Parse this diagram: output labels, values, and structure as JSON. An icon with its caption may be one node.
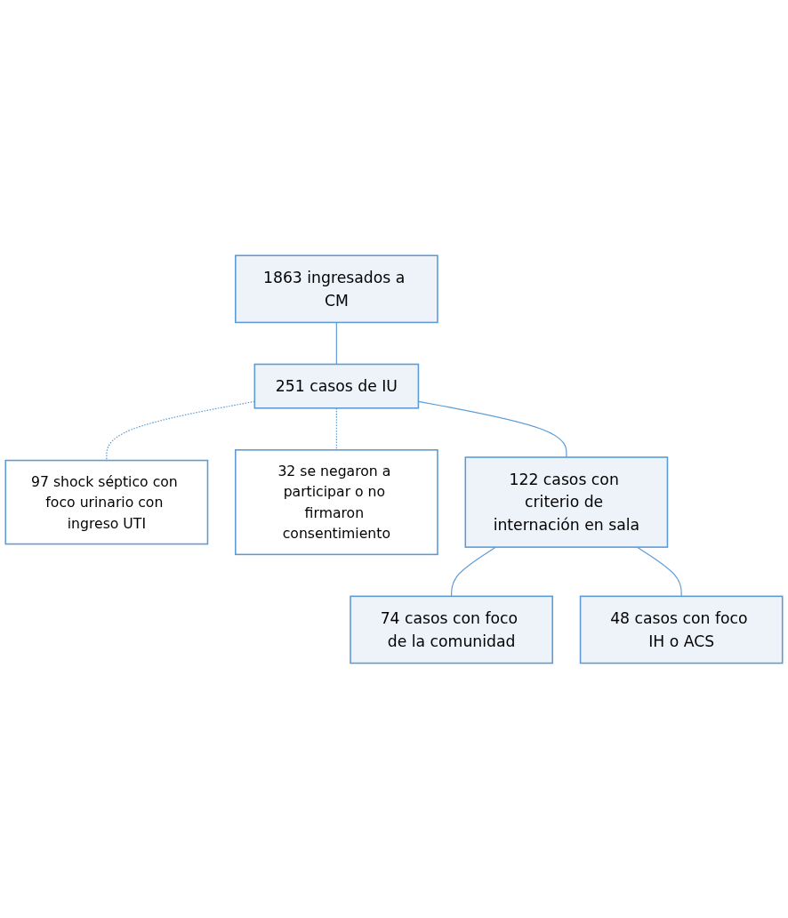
{
  "diagram": {
    "nodes": [
      {
        "text": [
          "1863 ingresados a CM"
        ]
      },
      {
        "text": [
          "251 casos de IU"
        ]
      },
      {
        "text": [
          "97 shock séptico con foco urinario con ingreso UTI"
        ]
      },
      {
        "text": [
          "32 se negaron a participar o no firmaron consentimiento"
        ]
      },
      {
        "text": [
          "122 casos con criterio de internación en sala"
        ]
      },
      {
        "text": [
          "74 casos con foco de la comunidad"
        ]
      },
      {
        "text": [
          "48 casos con foco IH o ACS"
        ]
      }
    ],
    "edges": [
      {
        "from": 0,
        "to": 1,
        "arrow": "none"
      },
      {
        "from": 1,
        "to": 2,
        "arrow": "none",
        "style": "dashed"
      },
      {
        "from": 1,
        "to": 3,
        "arrow": "none",
        "style": "dashed"
      },
      {
        "from": 1,
        "to": 4,
        "arrow": "none"
      },
      {
        "from": 4,
        "to": 5,
        "arrow": "none"
      },
      {
        "from": 4,
        "to": 6,
        "arrow": "none"
      }
    ]
  }
}
